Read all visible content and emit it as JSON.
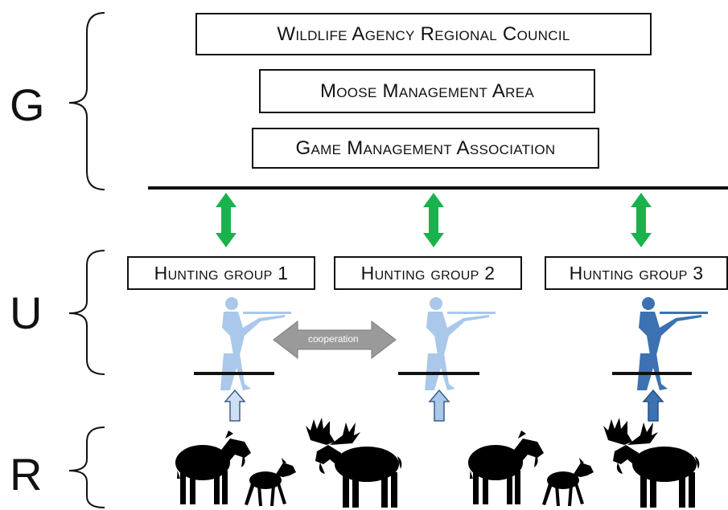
{
  "levels": {
    "g": "G",
    "u": "U",
    "r": "R"
  },
  "governance": {
    "boxes": [
      "Wildlife Agency Regional Council",
      "Moose Management Area",
      "Game Management Association"
    ]
  },
  "hunting_groups": [
    {
      "label": "Hunting group 1",
      "hunter_color": "#a9c8ea"
    },
    {
      "label": "Hunting group 2",
      "hunter_color": "#a9c8ea"
    },
    {
      "label": "Hunting group 3",
      "hunter_color": "#3c72b2"
    }
  ],
  "cooperation": {
    "label": "cooperation"
  },
  "colors": {
    "interaction_arrow": "#19b24c",
    "cooperation_arrow": "#9a9a9a",
    "light_hunter": "#a9c8ea",
    "dark_hunter": "#3c72b2",
    "moose": "#000000"
  }
}
